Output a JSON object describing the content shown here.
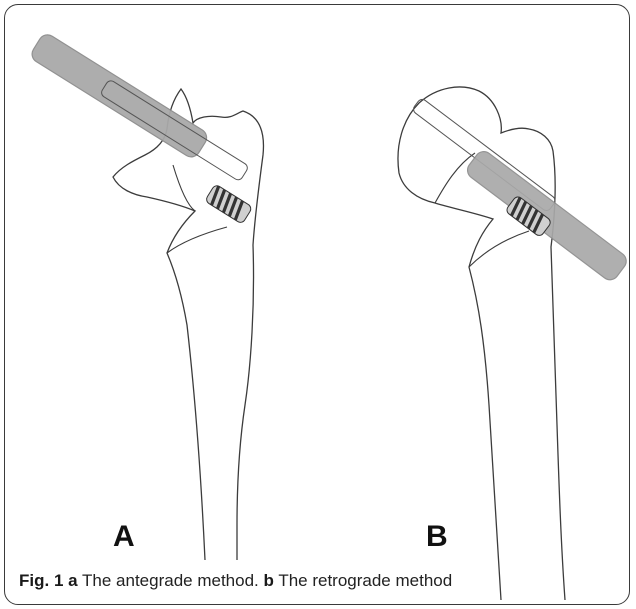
{
  "figure": {
    "panels": [
      {
        "letter": "A"
      },
      {
        "letter": "B"
      }
    ],
    "caption": {
      "fig_label": "Fig. 1",
      "part_a_letter": "a",
      "part_a_text": "The antegrade method.",
      "part_b_letter": "b",
      "part_b_text": "The retrograde method"
    },
    "colors": {
      "bone_outline": "#3c3c3c",
      "nail_fill": "#a9a9a9",
      "nail_stroke": "#8c8c8c",
      "screw": "#4a4a4a",
      "frame": "#3a3a3a"
    }
  }
}
